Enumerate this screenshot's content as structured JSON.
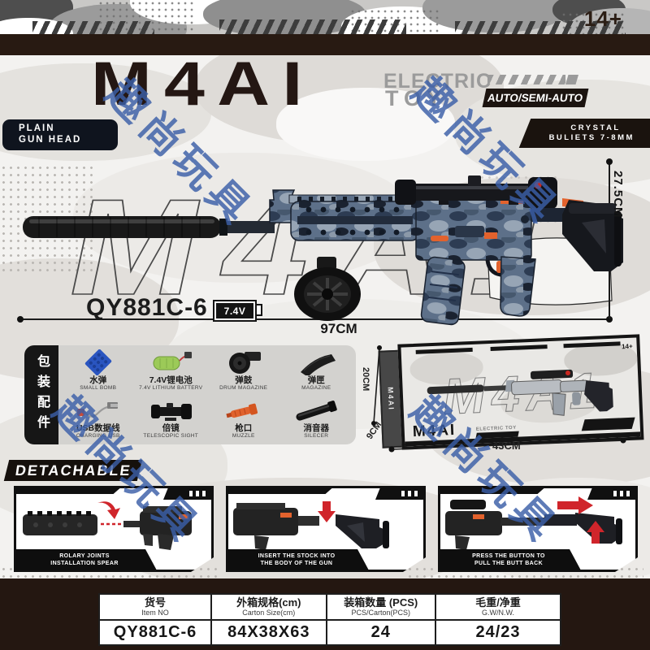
{
  "meta": {
    "age_rating": "14+"
  },
  "header": {
    "title": "M4AI",
    "subtitle_line1": "ELECTRIC",
    "subtitle_line2": "TOY",
    "mode_badge": "AUTO/SEMI-AUTO",
    "left_badge_line1": "PLAIN",
    "left_badge_line2": "GUN HEAD",
    "right_badge_line1": "CRYSTAL",
    "right_badge_line2": "BULIETS 7-8MM"
  },
  "watermark": {
    "text": "趣尚玩具",
    "color": "#3b5fa8"
  },
  "product": {
    "model": "QY881C-6",
    "voltage": "7.4V",
    "length": "97CM",
    "height": "27.5CM",
    "outline_text": "M4A1"
  },
  "accessories": {
    "tab_vertical": "包装配件",
    "items": [
      {
        "zh": "水弹",
        "en": "SMALL BOMB",
        "icon": "gel-balls"
      },
      {
        "zh": "7.4V锂电池",
        "en": "7.4V LITHIUM BATTERV",
        "icon": "battery"
      },
      {
        "zh": "弹鼓",
        "en": "DRUM MAGAZINE",
        "icon": "drum-magazine"
      },
      {
        "zh": "弹匣",
        "en": "MAGAZINE",
        "icon": "magazine"
      },
      {
        "zh": "USB数据线",
        "en": "CHARGING USB",
        "icon": "usb-cable"
      },
      {
        "zh": "倍镜",
        "en": "TELESCOPIC SIGHT",
        "icon": "telescopic-sight"
      },
      {
        "zh": "枪口",
        "en": "MUZZLE",
        "icon": "muzzle"
      },
      {
        "zh": "消音器",
        "en": "SILECER",
        "icon": "silencer"
      }
    ]
  },
  "box": {
    "logo": "M4AI",
    "sub": "ELECTRIC TOY",
    "age": "14+",
    "side_text": "M4AI",
    "outline_text": "M4A1",
    "dim_height": "20CM",
    "dim_depth": "9CM",
    "dim_width": "43CM"
  },
  "detachable": {
    "heading": "DETACHABLE",
    "steps": [
      {
        "line1": "ROLARY JOINTS",
        "line2": "INSTALLATION SPEAR"
      },
      {
        "line1": "INSERT THE STOCK INTO",
        "line2": "THE BODY OF THE GUN"
      },
      {
        "line1": "PRESS THE BUTTON TO",
        "line2": "PULL THE BUTT BACK"
      }
    ]
  },
  "spec_table": {
    "columns": [
      {
        "zh": "货号",
        "en": "Item NO"
      },
      {
        "zh": "外箱规格(cm)",
        "en": "Carton Size(cm)"
      },
      {
        "zh": "装箱数量 (PCS)",
        "en": "PCS/Carton(PCS)"
      },
      {
        "zh": "毛重/净重",
        "en": "G.W/N.W."
      }
    ],
    "row": [
      "QY881C-6",
      "84X38X63",
      "24",
      "24/23"
    ]
  },
  "colors": {
    "accent_orange": "#e2622d",
    "arrow_red": "#d0252b",
    "watermark_blue": "#3b5fa8",
    "bar_brown": "#281a12"
  }
}
